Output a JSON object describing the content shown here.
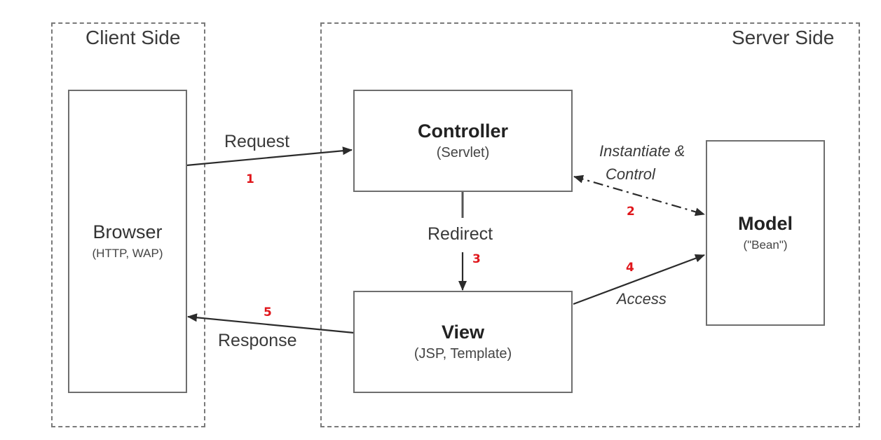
{
  "regions": {
    "client": {
      "title": "Client Side"
    },
    "server": {
      "title": "Server Side"
    }
  },
  "components": {
    "browser": {
      "title": "Browser",
      "subtitle": "(HTTP, WAP)"
    },
    "controller": {
      "title": "Controller",
      "subtitle": "(Servlet)"
    },
    "view": {
      "title": "View",
      "subtitle": "(JSP, Template)"
    },
    "model": {
      "title": "Model",
      "subtitle": "(\"Bean\")"
    }
  },
  "flows": {
    "request": {
      "label": "Request",
      "step": "1"
    },
    "instantiate": {
      "label_line1": "Instantiate &",
      "label_line2": "Control",
      "step": "2"
    },
    "redirect": {
      "label": "Redirect",
      "step": "3"
    },
    "access": {
      "label": "Access",
      "step": "4"
    },
    "response": {
      "label": "Response",
      "step": "5"
    }
  },
  "colors": {
    "step_number": "#e0161b",
    "line": "#2b2b2b",
    "border": "#6e6e6e",
    "dashed_border": "#7a7a7a"
  }
}
